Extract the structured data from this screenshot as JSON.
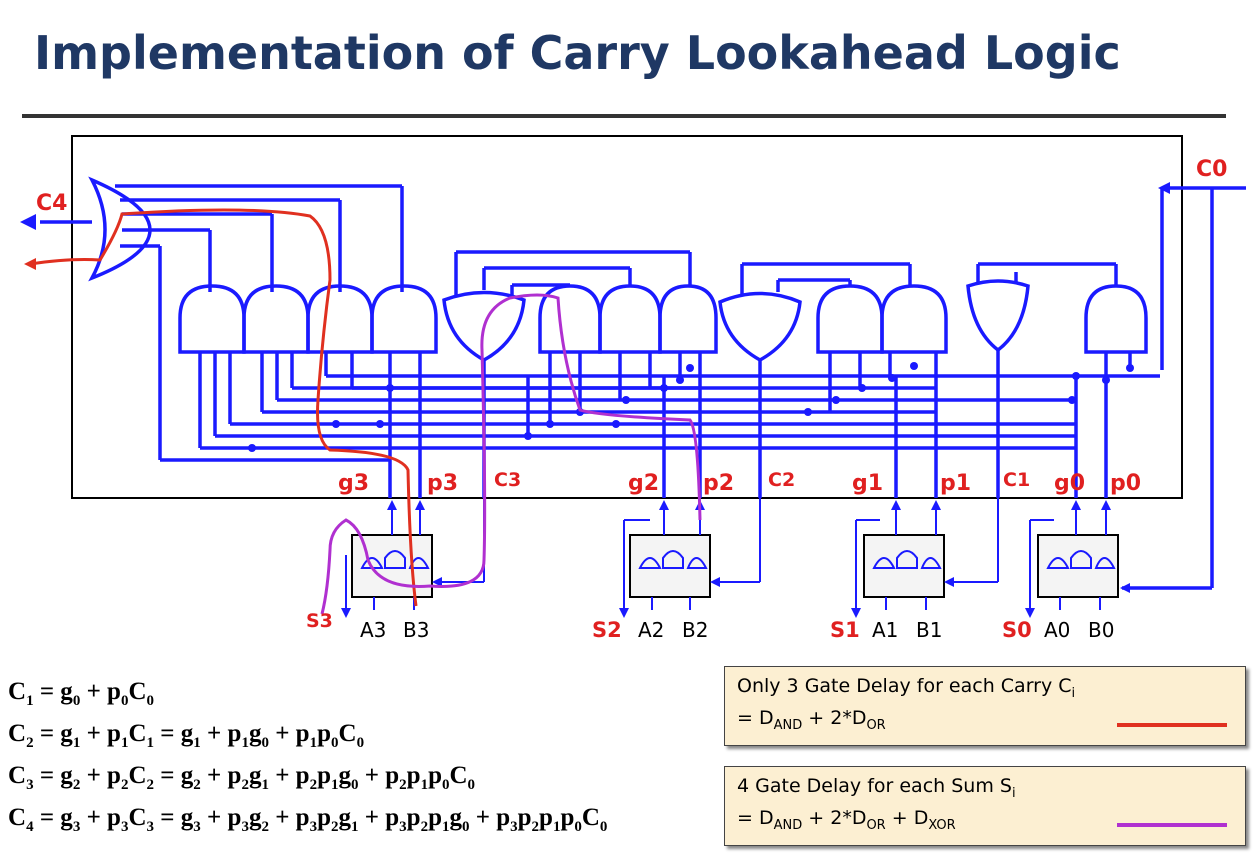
{
  "title": "Implementation of Carry Lookahead Logic",
  "labels": {
    "c4": "C4",
    "c0": "C0",
    "g3": "g3",
    "p3": "p3",
    "c3": "C3",
    "g2": "g2",
    "p2": "p2",
    "c2": "C2",
    "g1": "g1",
    "p1": "p1",
    "c1": "C1",
    "g0": "g0",
    "p0": "p0",
    "s3": "S3",
    "a3": "A3",
    "b3": "B3",
    "s2": "S2",
    "a2": "A2",
    "b2": "B2",
    "s1": "S1",
    "a1": "A1",
    "b1": "B1",
    "s0": "S0",
    "a0": "A0",
    "b0": "B0"
  },
  "equations": [
    {
      "lhs": "C",
      "lhs_sub": "1",
      "terms": [
        "g0",
        "p0C0"
      ]
    },
    {
      "lhs": "C",
      "lhs_sub": "2",
      "terms": [
        "g1",
        "p1C1",
        "g1",
        "p1g0",
        "p1p0C0"
      ]
    },
    {
      "lhs": "C",
      "lhs_sub": "3",
      "terms": [
        "g2",
        "p2C2",
        "g2",
        "p2g1",
        "p2p1g0",
        "p2p1p0C0"
      ]
    },
    {
      "lhs": "C",
      "lhs_sub": "4",
      "terms": [
        "g3",
        "p3C3",
        "g3",
        "p3g2",
        "p3p2g1",
        "p3p2p1g0",
        "p3p2p1p0C0"
      ]
    }
  ],
  "legend": {
    "carry": {
      "line1": "Only 3 Gate Delay for each Carry C",
      "line1_sub": "i",
      "line2_prefix": "= D",
      "line2_sub1": "AND",
      "line2_mid": " + 2*D",
      "line2_sub2": "OR",
      "line2_mid2": "",
      "line2_sub3": "",
      "color": "#e03020"
    },
    "sum": {
      "line1": "4 Gate Delay for each Sum S",
      "line1_sub": "i",
      "line2_prefix": "= D",
      "line2_sub1": "AND",
      "line2_mid": " + 2*D",
      "line2_sub2": "OR",
      "line2_mid2": " + D",
      "line2_sub3": "XOR",
      "color": "#b030d0"
    }
  },
  "colors": {
    "wire": "#1a1aff",
    "label_red": "#e02020",
    "title": "#1f3864"
  }
}
